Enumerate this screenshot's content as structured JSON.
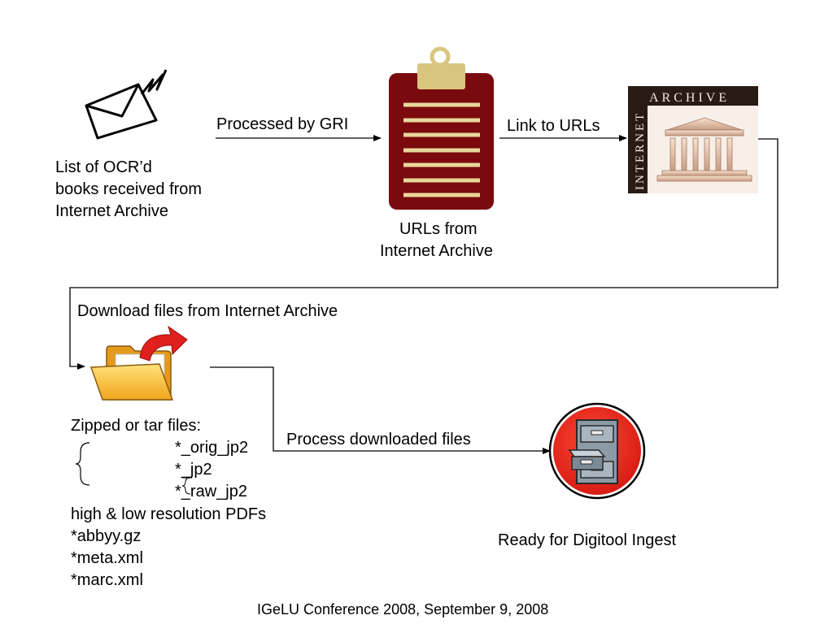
{
  "slide": {
    "envelope_caption": [
      "List of OCR’d",
      "books received from",
      "Internet Archive"
    ],
    "edge_processed": "Processed by GRI",
    "clipboard_caption": [
      "URLs from",
      "Internet Archive"
    ],
    "edge_link": "Link to URLs",
    "archive_logo": {
      "word_top": "ARCHIVE",
      "word_side": "INTERNET"
    },
    "edge_download": "Download files from Internet Archive",
    "zip_heading": "Zipped or tar files:",
    "zip_items": [
      "*_orig_jp2",
      "*_jp2",
      "*_raw_jp2"
    ],
    "file_list": [
      "high & low resolution PDFs",
      "*abbyy.gz",
      "*meta.xml",
      "*marc.xml"
    ],
    "edge_process": "Process downloaded files",
    "cabinet_caption": "Ready for Digitool Ingest",
    "footer": "IGeLU Conference 2008, September 9, 2008"
  },
  "colors": {
    "clipboard": "#7a0a0e",
    "clipboard_lines": "#e8d79a",
    "clip": "#d8c67e",
    "archive_band": "#2a1a14",
    "folder": "#f2b42c",
    "arrow_red": "#e0201c",
    "cabinet_circle": "#e8281e",
    "cabinet_body": "#8c9aa6"
  },
  "icons": [
    "envelope-lightning-icon",
    "clipboard-icon",
    "internet-archive-logo",
    "open-folder-icon",
    "file-cabinet-icon"
  ]
}
